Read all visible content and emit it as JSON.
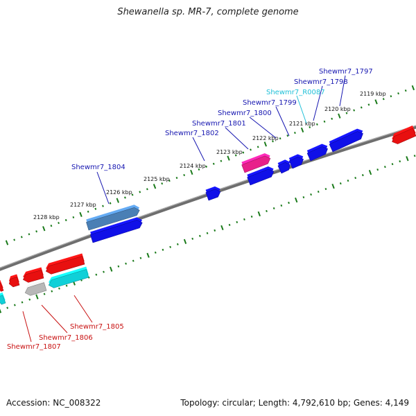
{
  "title": "Shewanella sp. MR-7, complete genome",
  "footer": {
    "accession": "Accession: NC_008322",
    "info": "Topology: circular; Length: 4,792,610 bp; Genes: 4,149"
  },
  "colors": {
    "forward_gene": "#1010e8",
    "reverse_gene": "#e81010",
    "rRNA": "#10d0d8",
    "pseudo": "#b8b8b8",
    "highlight_gene": "#4a7fb5",
    "misc_feature": "#e8208a",
    "backbone": "#7a7a7a",
    "tick": "#1a7a1a",
    "label_forward": "#1515b0",
    "label_reverse": "#c81010",
    "label_rna": "#20c0d8"
  },
  "scale_labels": [
    "2119 kbp",
    "2120 kbp",
    "2121 kbp",
    "2122 kbp",
    "2123 kbp",
    "2124 kbp",
    "2125 kbp",
    "2126 kbp",
    "2127 kbp",
    "2128 kbp"
  ],
  "gene_labels": [
    {
      "text": "Shewmr7_1797",
      "type": "forward"
    },
    {
      "text": "Shewmr7_1798",
      "type": "forward"
    },
    {
      "text": "Shewmr7_R0087",
      "type": "rna"
    },
    {
      "text": "Shewmr7_1799",
      "type": "forward"
    },
    {
      "text": "Shewmr7_1800",
      "type": "forward"
    },
    {
      "text": "Shewmr7_1801",
      "type": "forward"
    },
    {
      "text": "Shewmr7_1802",
      "type": "forward"
    },
    {
      "text": "Shewmr7_1804",
      "type": "forward"
    },
    {
      "text": "Shewmr7_1805",
      "type": "reverse"
    },
    {
      "text": "Shewmr7_1806",
      "type": "reverse"
    },
    {
      "text": "Shewmr7_1807",
      "type": "reverse"
    }
  ]
}
